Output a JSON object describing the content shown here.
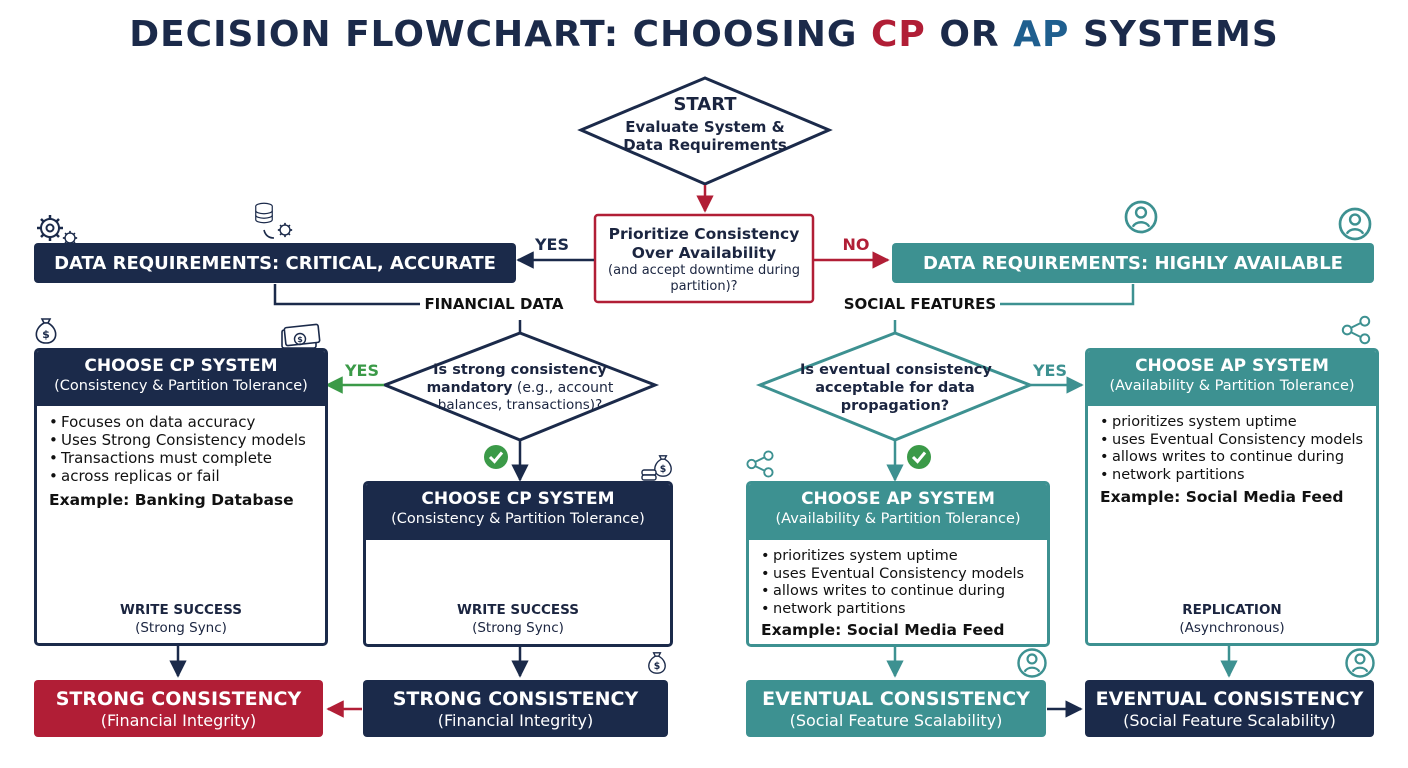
{
  "title": {
    "prefix": "DECISION FLOWCHART: CHOOSING ",
    "cp": "CP",
    "middle": " OR ",
    "ap": "AP",
    "suffix": " SYSTEMS"
  },
  "start": {
    "label": "START",
    "line1": "Evaluate System &",
    "line2": "Data Requirements"
  },
  "prioritize": {
    "line1": "Prioritize Consistency",
    "line2": "Over Availability",
    "line3": "(and accept downtime during",
    "line4": "partition)?"
  },
  "labels": {
    "yes_left": "YES",
    "no_right": "NO",
    "financial_data": "FINANCIAL DATA",
    "social_features": "SOCIAL FEATURES",
    "yes_cp": "YES",
    "yes_ap": "YES"
  },
  "left_header": "DATA REQUIREMENTS: CRITICAL, ACCURATE",
  "right_header": "DATA REQUIREMENTS: HIGHLY AVAILABLE",
  "strong_q": {
    "line1": "Is strong consistency",
    "line2a": "mandatory",
    "line2b": " (e.g., account",
    "line3": "balances, transactions)?"
  },
  "eventual_q": {
    "line1": "Is eventual consistency",
    "line2": "acceptable for data",
    "line3": "propagation?"
  },
  "cp_card_left": {
    "title": "CHOOSE CP SYSTEM",
    "subtitle": "(Consistency & Partition Tolerance)",
    "bullets": [
      "Focuses on data accuracy",
      "Uses Strong Consistency models",
      "Transactions must complete",
      "across replicas or fail"
    ],
    "example": "Example: Banking Database",
    "caption1": "WRITE SUCCESS",
    "caption2": "(Strong Sync)"
  },
  "cp_card_mid": {
    "title": "CHOOSE CP SYSTEM",
    "subtitle": "(Consistency & Partition Tolerance)",
    "caption1": "WRITE SUCCESS",
    "caption2": "(Strong Sync)"
  },
  "ap_card_mid": {
    "title": "CHOOSE AP SYSTEM",
    "subtitle": "(Availability & Partition Tolerance)",
    "bullets": [
      "prioritizes system uptime",
      "uses Eventual Consistency models",
      "allows writes to continue during",
      "network partitions"
    ],
    "example": "Example: Social Media Feed"
  },
  "ap_card_right": {
    "title": "CHOOSE AP SYSTEM",
    "subtitle": "(Availability & Partition Tolerance)",
    "bullets": [
      "prioritizes system uptime",
      "uses Eventual Consistency models",
      "allows writes to continue during",
      "network partitions"
    ],
    "example": "Example: Social Media Feed",
    "caption1": "REPLICATION",
    "caption2": "(Asynchronous)"
  },
  "finals": {
    "strong1": {
      "title": "STRONG CONSISTENCY",
      "subtitle": "(Financial Integrity)"
    },
    "strong2": {
      "title": "STRONG CONSISTENCY",
      "subtitle": "(Financial Integrity)"
    },
    "eventual1": {
      "title": "EVENTUAL CONSISTENCY",
      "subtitle": "(Social Feature Scalability)"
    },
    "eventual2": {
      "title": "EVENTUAL CONSISTENCY",
      "subtitle": "(Social Feature Scalability)"
    }
  },
  "icons": [
    "gear-icon",
    "database-sync-icon",
    "user-icon",
    "money-bag-icon",
    "banknote-icon",
    "check-icon",
    "share-icon",
    "database-icon"
  ],
  "colors": {
    "navy": "#1b2a4a",
    "teal": "#3d9191",
    "red": "#b11e36",
    "green": "#3b9a48"
  }
}
